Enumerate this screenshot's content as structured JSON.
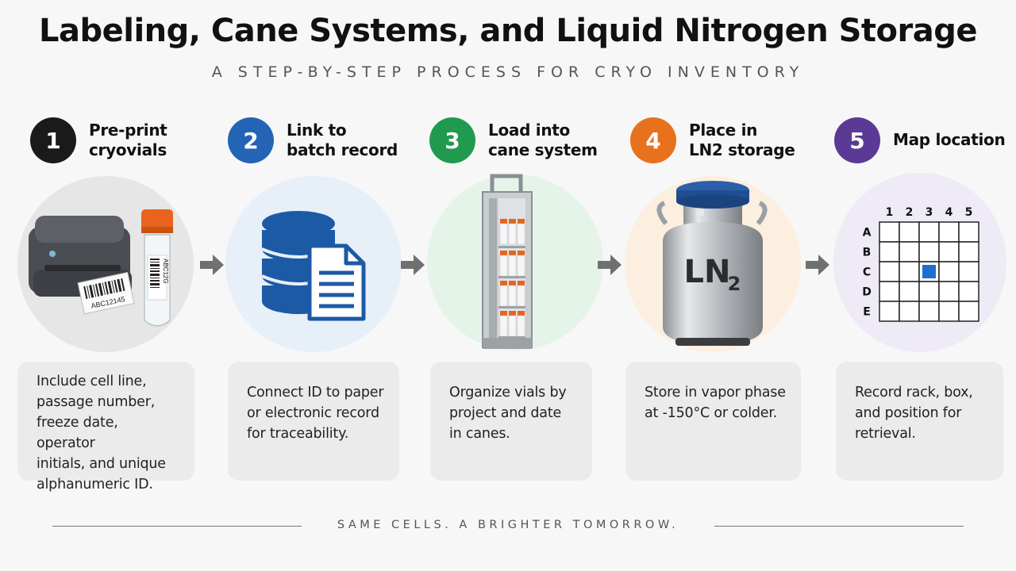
{
  "title": "Labeling, Cane Systems, and Liquid Nitrogen Storage",
  "subtitle": "A STEP-BY-STEP PROCESS FOR CRYO INVENTORY",
  "steps": [
    {
      "number": "1",
      "title_line1": "Pre-print",
      "title_line2": "cryovials",
      "color": "#1a1a1a",
      "desc_lines": [
        "Include cell line,",
        "passage number,",
        "freeze date, operator",
        "initials, and unique",
        "alphanumeric ID."
      ],
      "label_text": "ABC12145",
      "vial_label_text": "ABC12G"
    },
    {
      "number": "2",
      "title_line1": "Link to",
      "title_line2": "batch record",
      "color": "#2364b5",
      "desc_lines": [
        "Connect ID to paper",
        "or electronic record",
        "for traceability."
      ]
    },
    {
      "number": "3",
      "title_line1": "Load into",
      "title_line2": "cane system",
      "color": "#1f9a4f",
      "desc_lines": [
        "Organize vials by",
        "project and date",
        "in canes."
      ]
    },
    {
      "number": "4",
      "title_line1": "Place in",
      "title_line2": "LN2 storage",
      "color": "#e8711e",
      "desc_lines": [
        "Store in vapor phase",
        "at -150°C or colder."
      ],
      "tank_label": "LN",
      "tank_label_sub": "2"
    },
    {
      "number": "5",
      "title_line1": "Map location",
      "title_line2": "",
      "color": "#5b3a96",
      "desc_lines": [
        "Record rack, box,",
        "and position for",
        "retrieval."
      ],
      "grid": {
        "columns": [
          "1",
          "2",
          "3",
          "4",
          "5"
        ],
        "rows": [
          "A",
          "B",
          "C",
          "D",
          "E"
        ],
        "highlight_row": "C",
        "highlight_col": "3",
        "highlight_color": "#1f6fd1"
      }
    }
  ],
  "footer": "SAME CELLS. A BRIGHTER TOMORROW."
}
